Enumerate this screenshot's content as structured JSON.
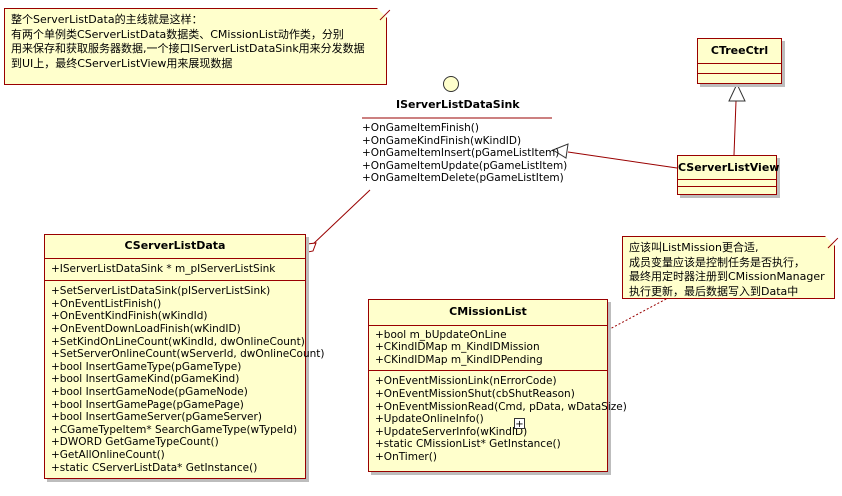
{
  "note_main": {
    "lines": [
      "整个ServerListData的主线就是这样：",
      "有两个单例类CServerListData数据类、CMissionList动作类，分别",
      "用来保存和获取服务器数据,一个接口IServerListDataSink用来分发数据",
      "到UI上，最终CServerListView用来展现数据"
    ]
  },
  "note_mission": {
    "lines": [
      "应该叫ListMission更合适,",
      "成员变量应该是控制任务是否执行，",
      "最终用定时器注册到CMissionManager",
      "执行更新，最后数据写入到Data中"
    ]
  },
  "interface_sink": {
    "name": "IServerListDataSink",
    "operations": [
      "+OnGameItemFinish()",
      "+OnGameKindFinish(wKindID)",
      "+OnGameItemInsert(pGameListItem)",
      "+OnGameItemUpdate(pGameListItem)",
      "+OnGameItemDelete(pGameListItem)"
    ]
  },
  "class_tree_ctrl": {
    "name": "CTreeCtrl"
  },
  "class_list_view": {
    "name": "CServerListView"
  },
  "class_list_data": {
    "name": "CServerListData",
    "attributes": [
      "+IServerListDataSink * m_pIServerListSink"
    ],
    "operations": [
      "+SetServerListDataSink(pIServerListSink)",
      "+OnEventListFinish()",
      "+OnEventKindFinish(wKindId)",
      "+OnEventDownLoadFinish(wKindID)",
      "+SetKindOnLineCount(wKindId, dwOnlineCount)",
      "+SetServerOnlineCount(wServerId, dwOnlineCount)",
      "+bool InsertGameType(pGameType)",
      "+bool InsertGameKind(pGameKind)",
      "+bool InsertGameNode(pGameNode)",
      "+bool InsertGamePage(pGamePage)",
      "+bool InsertGameServer(pGameServer)",
      "+CGameTypeItem* SearchGameType(wTypeId)",
      "+DWORD GetGameTypeCount()",
      "+GetAllOnlineCount()",
      "+static CServerListData* GetInstance()"
    ]
  },
  "class_mission_list": {
    "name": "CMissionList",
    "attributes": [
      "+bool m_bUpdateOnLine",
      "+CKindIDMap m_KindIDMission",
      "+CKindIDMap m_KindIDPending"
    ],
    "operations": [
      "+OnEventMissionLink(nErrorCode)",
      "+OnEventMissionShut(cbShutReason)",
      "+OnEventMissionRead(Cmd, pData, wDataSize)",
      "+UpdateOnlineInfo()",
      "+UpdateServerInfo(wKindID)",
      "+static CMissionList* GetInstance()",
      "+OnTimer()"
    ]
  },
  "expand_glyph": "+",
  "colors": {
    "border": "#990000",
    "fill": "#ffffcc",
    "line": "#990000",
    "shadow": "#bdbdbd"
  }
}
